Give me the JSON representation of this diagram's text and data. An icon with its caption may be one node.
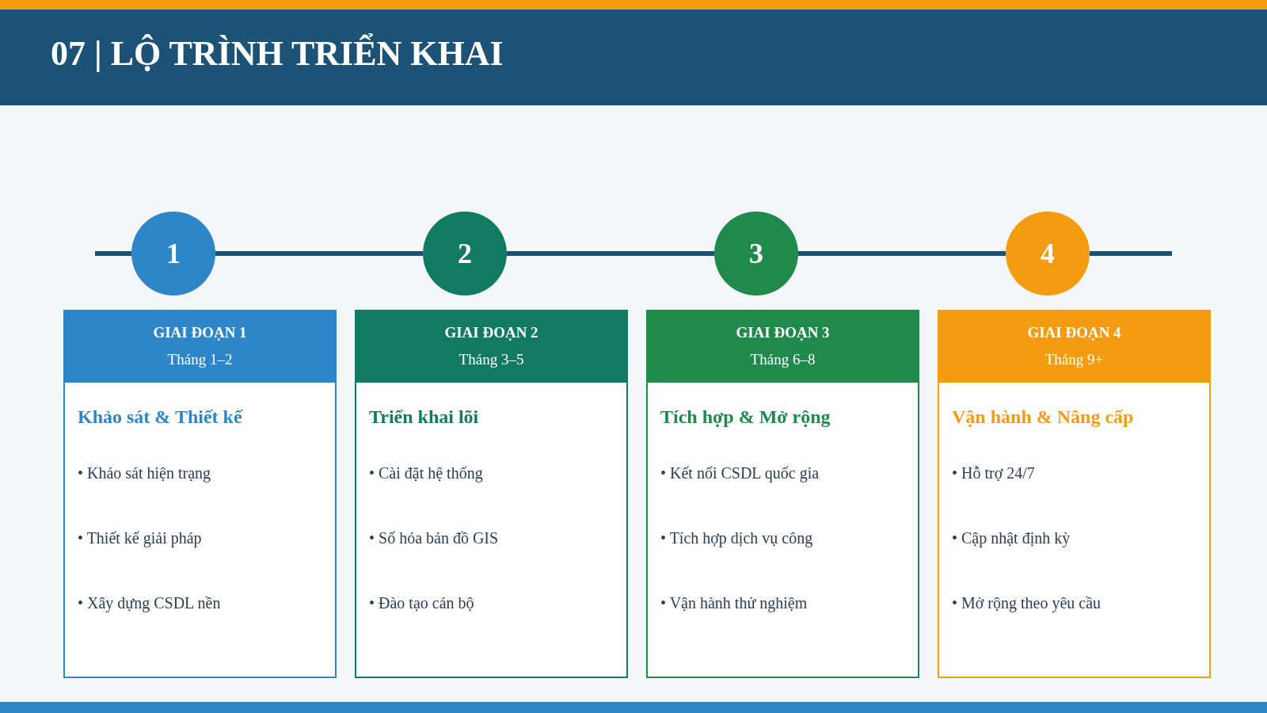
{
  "diagram": {
    "title": "07 | LỘ TRÌNH TRIỂN KHAI",
    "nodes": [
      {
        "text": [
          "1"
        ]
      },
      {
        "text": [
          "2"
        ]
      },
      {
        "text": [
          "3"
        ]
      },
      {
        "text": [
          "4"
        ]
      },
      {
        "text": [
          "GIAI ĐOẠN 1",
          "Tháng 1–2",
          "Khảo sát & Thiết kế",
          "• Khảo sát hiện trạng",
          "• Thiết kế giải pháp",
          "• Xây dựng CSDL nền"
        ]
      },
      {
        "text": [
          "GIAI ĐOẠN 2",
          "Tháng 3–5",
          "Triển khai lõi",
          "• Cài đặt hệ thống",
          "• Số hóa bản đồ GIS",
          "• Đào tạo cán bộ"
        ]
      },
      {
        "text": [
          "GIAI ĐOẠN 3",
          "Tháng 6–8",
          "Tích hợp & Mở rộng",
          "• Kết nối CSDL quốc gia",
          "• Tích hợp dịch vụ công",
          "• Vận hành thử nghiệm"
        ]
      },
      {
        "text": [
          "GIAI ĐOẠN 4",
          "Tháng 9+",
          "Vận hành & Nâng cấp",
          "• Hỗ trợ 24/7",
          "• Cập nhật định kỳ",
          "• Mở rộng theo yêu cầu"
        ]
      }
    ],
    "edges": [
      {
        "from": 0,
        "to": 1,
        "arrow": "none"
      },
      {
        "from": 1,
        "to": 2,
        "arrow": "none"
      },
      {
        "from": 2,
        "to": 3,
        "arrow": "none"
      }
    ]
  }
}
